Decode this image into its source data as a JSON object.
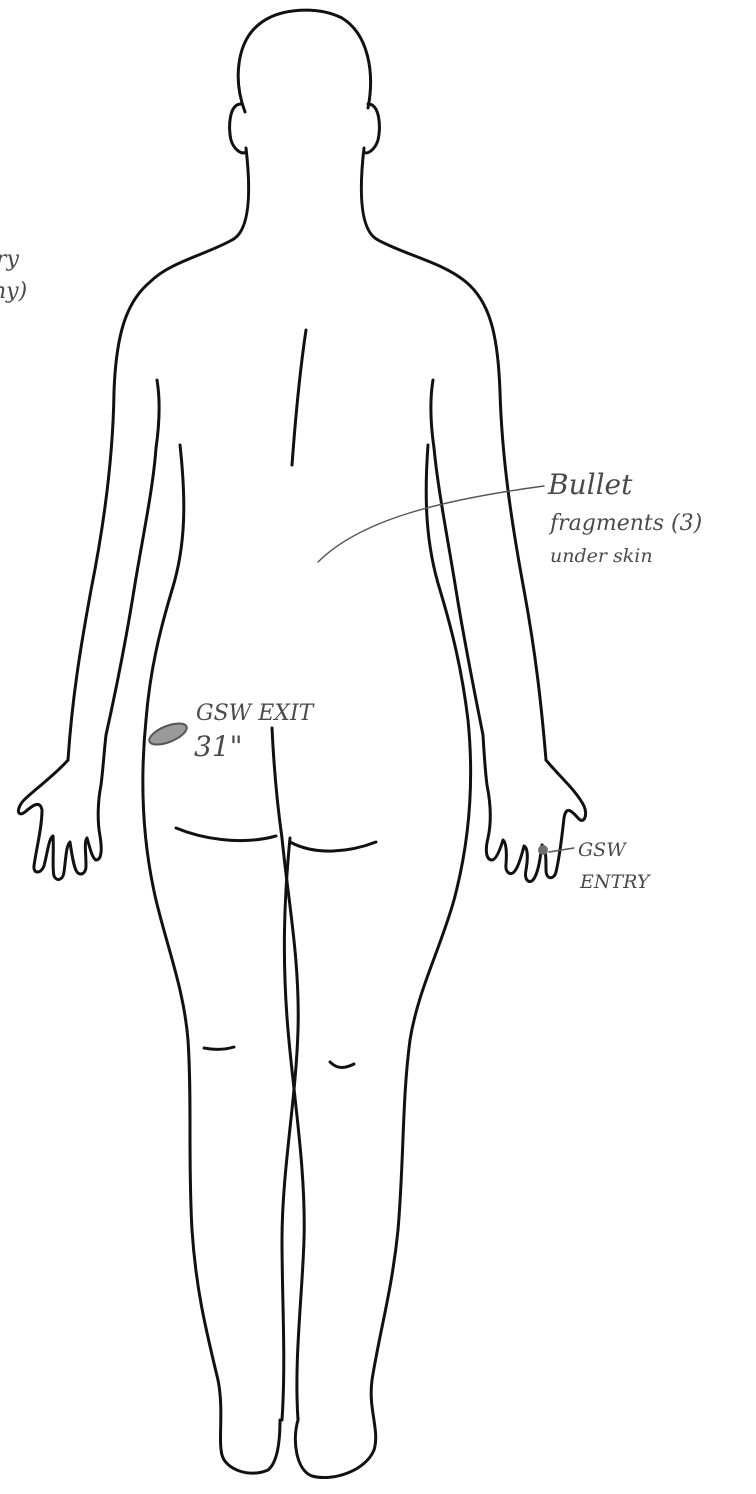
{
  "figure": {
    "view": "posterior body diagram"
  },
  "annotations": {
    "clipped_left": {
      "line1": "ry",
      "line2": "ny)"
    },
    "bullet_fragments": {
      "line1": "Bullet",
      "line2": "fragments (3)",
      "line3": "under skin"
    },
    "gsw_exit": {
      "label": "GSW EXIT",
      "measurement": "31\""
    },
    "gsw_entry": {
      "line1": "GSW",
      "line2": "ENTRY"
    }
  },
  "colors": {
    "outline": "#111111",
    "pencil": "#555555",
    "wound_mark": "#6e6e6e"
  }
}
